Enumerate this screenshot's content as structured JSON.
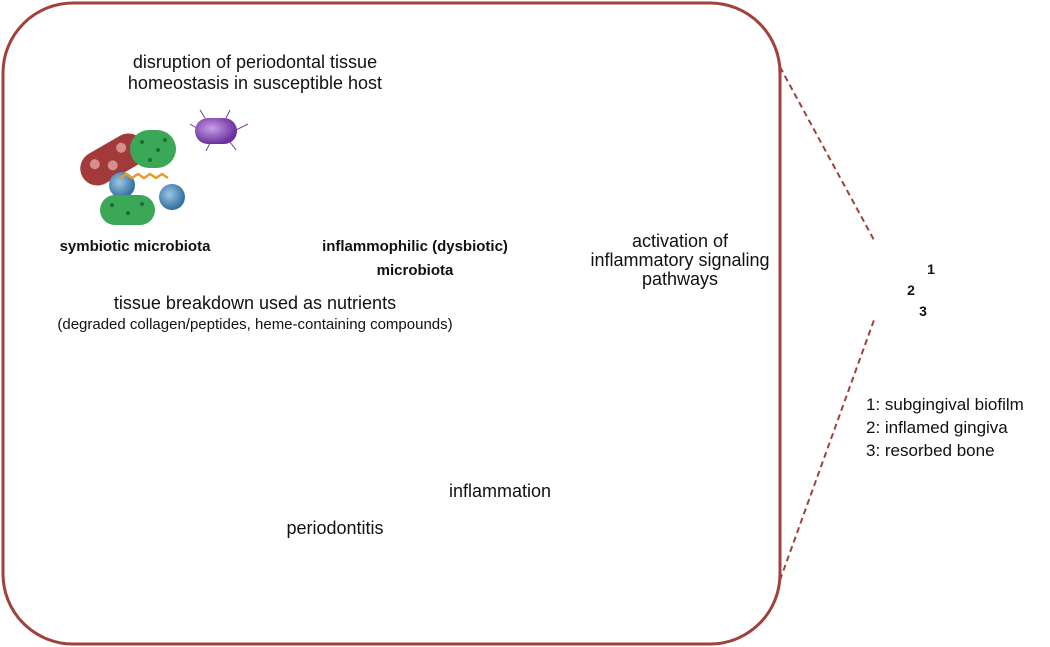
{
  "labels": {
    "disruption_line1": "disruption of periodontal tissue",
    "disruption_line2": "homeostasis in susceptible host",
    "symbiotic": "symbiotic microbiota",
    "dysbiotic_line1": "inflammophilic (dysbiotic)",
    "dysbiotic_line2": "microbiota",
    "activation_line1": "activation of",
    "activation_line2": "inflammatory signaling",
    "activation_line3": "pathways",
    "breakdown_line1": "tissue breakdown used as nutrients",
    "breakdown_line2": "(degraded collagen/peptides, heme-containing compounds)",
    "inflammation": "inflammation",
    "periodontitis": "periodontitis"
  },
  "tooth_markers": [
    "1",
    "2",
    "3"
  ],
  "legend": [
    "1: subgingival biofilm",
    "2: inflamed gingiva",
    "3: resorbed bone"
  ],
  "colors": {
    "frame": "#a0413a",
    "bacterium_red": "#a23a3a",
    "bacterium_green": "#3aa857",
    "bacterium_purple": "#7a3aa0",
    "coccus_blue": "#4a86b0",
    "spirochete_orange": "#e59a2e",
    "gingiva_red": "#d8343a",
    "bone": "#e4e1a3",
    "tooth_crown": "#e9e9e3",
    "tooth_root": "#e89b5c",
    "double_arrow": "#e53528"
  }
}
